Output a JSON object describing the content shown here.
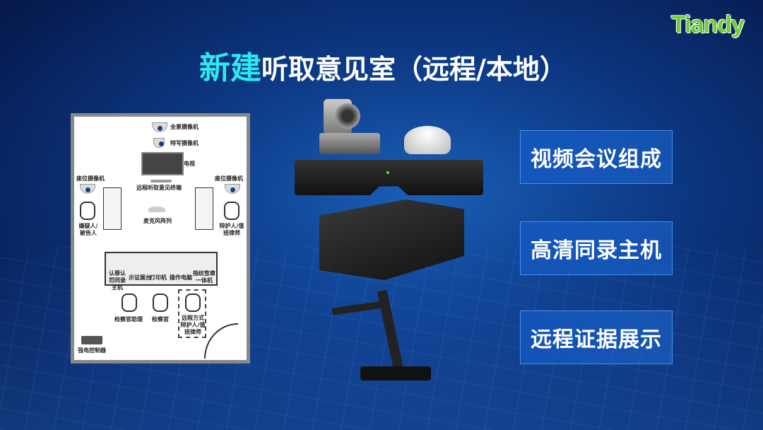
{
  "logo": "Tiandy",
  "title": {
    "highlight": "新建",
    "rest": "听取意见室（远程/本地）"
  },
  "plan": {
    "panorama_camera": "全景摄像机",
    "closeup_camera": "特写摄像机",
    "tv": "电视",
    "terminal": "远程听取意见终端",
    "seat_camera_left": "座位摄像机",
    "seat_camera_right": "座位摄像机",
    "suspect": "嫌疑人/被告人",
    "defender": "辩护人/值班律师",
    "mic_array": "麦克风阵列",
    "equipment": [
      "认罪认罚同录主机",
      "示证展台",
      "打印机",
      "操作电脑",
      "指纹签章一体机"
    ],
    "assistant": "检察官助理",
    "prosecutor": "检察官",
    "remote_defender": "远程方式辩护人/值班律师",
    "power_controller": "强电控制器"
  },
  "features": [
    "视频会议组成",
    "高清同录主机",
    "远程证据展示"
  ],
  "colors": {
    "accent": "#2ee8f0",
    "logo": "#6fcf2f"
  }
}
